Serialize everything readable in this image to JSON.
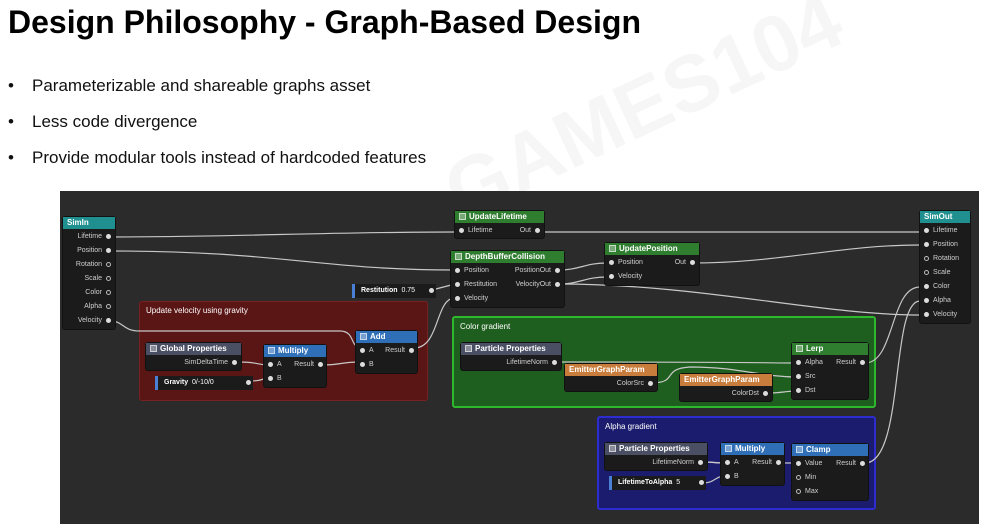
{
  "slide": {
    "title": "Design Philosophy - Graph-Based Design",
    "bullet_symbol": "•",
    "bullets": [
      "Parameterizable and shareable graphs asset",
      "Less code divergence",
      "Provide modular tools instead of hardcoded features"
    ]
  },
  "watermark": {
    "text": "GAMES104"
  },
  "graph": {
    "colors": {
      "canvas": "#2b2b2b",
      "header_teal": "#1f8f8f",
      "header_green": "#2f7d2f",
      "header_blue": "#2f6fb8",
      "header_gray": "#4a4f63",
      "header_orange": "#c87d3c",
      "group_red": "#6a1a1a",
      "group_green": "#25a125",
      "group_blue": "#2323a8"
    },
    "groups": {
      "gravity": {
        "title": "Update velocity using gravity"
      },
      "color": {
        "title": "Color gradient"
      },
      "alpha": {
        "title": "Alpha gradient"
      }
    },
    "nodes": {
      "simin": {
        "title": "SimIn",
        "outputs": [
          "Lifetime",
          "Position",
          "Rotation",
          "Scale",
          "Color",
          "Alpha",
          "Velocity"
        ]
      },
      "update_lifetime": {
        "title": "UpdateLifetime",
        "input": "Lifetime",
        "output": "Out"
      },
      "depth_buffer_collision": {
        "title": "DepthBufferCollision",
        "inputs": [
          "Position",
          "Restitution",
          "Velocity"
        ],
        "outputs": [
          "PositionOut",
          "VelocityOut"
        ]
      },
      "update_position": {
        "title": "UpdatePosition",
        "inputs": [
          "Position",
          "Velocity"
        ],
        "output": "Out"
      },
      "simout": {
        "title": "SimOut",
        "inputs": [
          "Lifetime",
          "Position",
          "Rotation",
          "Scale",
          "Color",
          "Alpha",
          "Velocity"
        ]
      },
      "restitution": {
        "name": "Restitution",
        "value": "0.75"
      },
      "add": {
        "title": "Add",
        "inputs": [
          "A",
          "B"
        ],
        "output": "Result"
      },
      "global_properties": {
        "title": "Global Properties",
        "output": "SimDeltaTime"
      },
      "multiply1": {
        "title": "Multiply",
        "inputs": [
          "A",
          "B"
        ],
        "output": "Result"
      },
      "gravity": {
        "name": "Gravity",
        "value": "0/-10/0"
      },
      "particle_properties1": {
        "title": "Particle Properties",
        "output": "LifetimeNorm"
      },
      "emitter_param1": {
        "title": "EmitterGraphParam",
        "output": "ColorSrc"
      },
      "emitter_param2": {
        "title": "EmitterGraphParam",
        "output": "ColorDst"
      },
      "lerp": {
        "title": "Lerp",
        "inputs": [
          "Alpha",
          "Src",
          "Dst"
        ],
        "output": "Result"
      },
      "particle_properties2": {
        "title": "Particle Properties",
        "output": "LifetimeNorm"
      },
      "multiply2": {
        "title": "Multiply",
        "inputs": [
          "A",
          "B"
        ],
        "output": "Result"
      },
      "lifetime_to_alpha": {
        "name": "LifetimeToAlpha",
        "value": "5"
      },
      "clamp": {
        "title": "Clamp",
        "inputs": [
          "Value",
          "Min",
          "Max"
        ],
        "output": "Result"
      }
    }
  }
}
